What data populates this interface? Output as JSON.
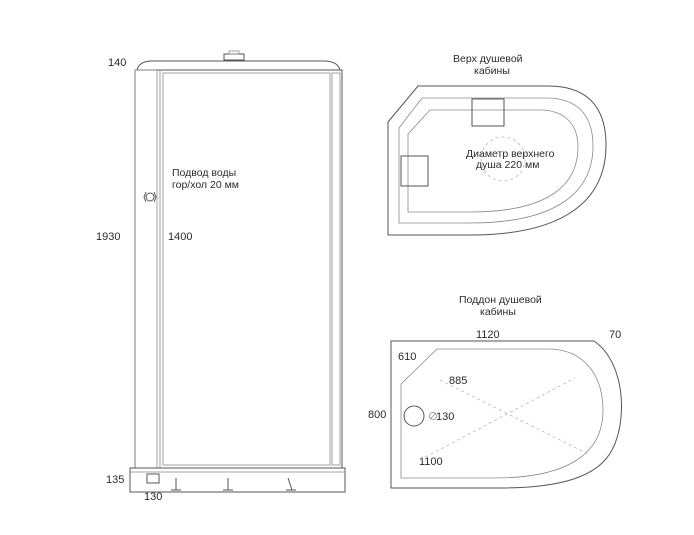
{
  "front_view": {
    "dim_top": "140",
    "dim_height": "1930",
    "dim_panel": "1400",
    "dim_tray": "135",
    "dim_drain_offset": "130",
    "water_label_line1": "Подвод воды",
    "water_label_line2": "гор/хол 20 мм"
  },
  "top_view": {
    "title_line1": "Верх душевой",
    "title_line2": "кабины",
    "shower_label_line1": "Диаметр верхнего",
    "shower_label_line2": "душа 220 мм"
  },
  "tray_view": {
    "title_line1": "Поддон душевой",
    "title_line2": "кабины",
    "dim_width": "1120",
    "dim_extra": "70",
    "dim_depth": "800",
    "dim_short_side": "610",
    "dim_diagonal": "885",
    "dim_drain": "130",
    "dim_inner_width": "1100"
  }
}
